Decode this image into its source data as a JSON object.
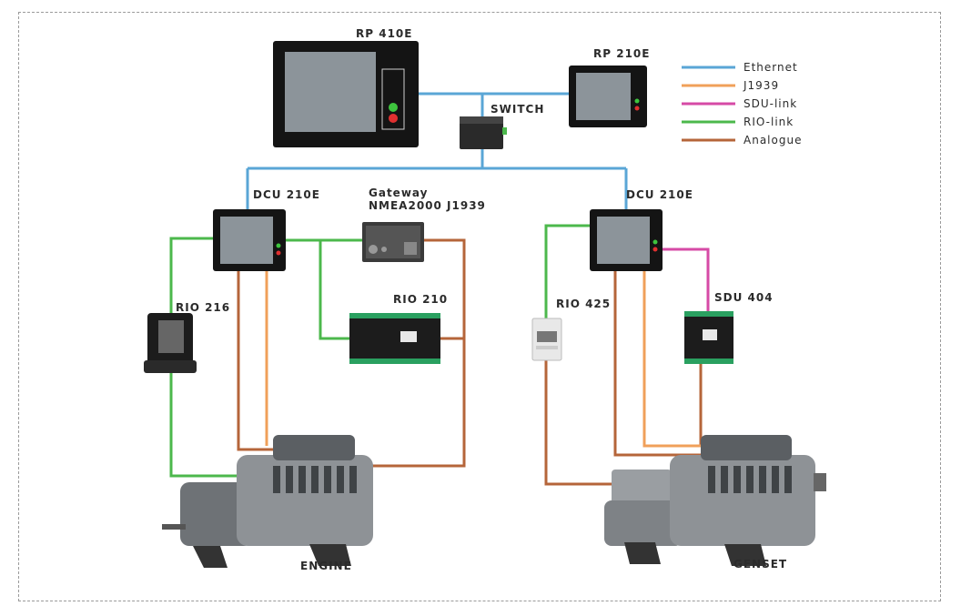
{
  "legend": [
    {
      "label": "Ethernet",
      "color": "#5aa6d6"
    },
    {
      "label": "J1939",
      "color": "#f0a05a"
    },
    {
      "label": "SDU-link",
      "color": "#d64aa6"
    },
    {
      "label": "RIO-link",
      "color": "#4cb84c"
    },
    {
      "label": "Analogue",
      "color": "#b5653a"
    }
  ],
  "labels": {
    "rp410e": "RP 410E",
    "rp210e": "RP 210E",
    "switch": "SWITCH",
    "dcu_left": "DCU 210E",
    "dcu_right": "DCU 210E",
    "gateway_1": "Gateway",
    "gateway_2": "NMEA2000 J1939",
    "rio216": "RIO 216",
    "rio210": "RIO 210",
    "rio425": "RIO 425",
    "sdu404": "SDU 404",
    "engine": "ENGINE",
    "genset": "GENSET"
  },
  "colors": {
    "ethernet": "#5aa6d6",
    "j1939": "#f0a05a",
    "sdu_link": "#d64aa6",
    "rio_link": "#4cb84c",
    "analogue": "#b5653a",
    "device_body": "#1a1a1a",
    "screen": "#8c949a",
    "led_green": "#3ec43e",
    "led_red": "#e03030"
  }
}
